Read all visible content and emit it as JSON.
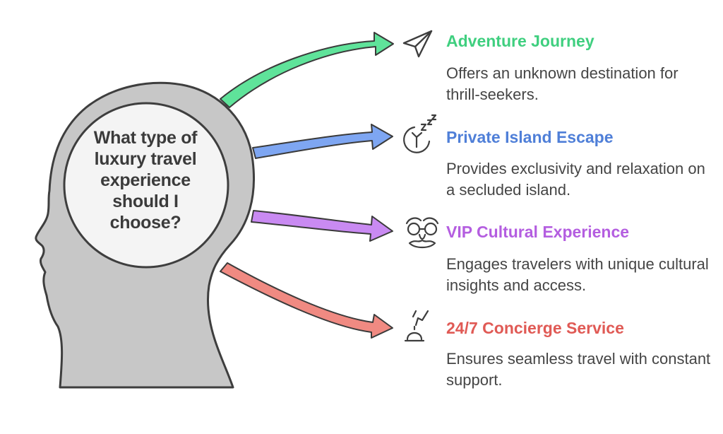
{
  "question": "What type of luxury travel experience should I choose?",
  "options": [
    {
      "title": "Adventure Journey",
      "description": "Offers an unknown destination for thrill-seekers.",
      "color": "#3fcf7f",
      "icon": "paper-plane-icon"
    },
    {
      "title": "Private Island Escape",
      "description": "Provides exclusivity and relaxation on a secluded island.",
      "color": "#4f7fd8",
      "icon": "sleep-zzz-icon"
    },
    {
      "title": "VIP Cultural Experience",
      "description": "Engages travelers with unique cultural insights and access.",
      "color": "#b45ee0",
      "icon": "disguise-glasses-icon"
    },
    {
      "title": "24/7 Concierge Service",
      "description": "Ensures seamless travel with constant support.",
      "color": "#e05a55",
      "icon": "service-bell-icon"
    }
  ],
  "arrow_colors": [
    "#5fe39a",
    "#7ea6f2",
    "#c98af2",
    "#f08a82"
  ]
}
